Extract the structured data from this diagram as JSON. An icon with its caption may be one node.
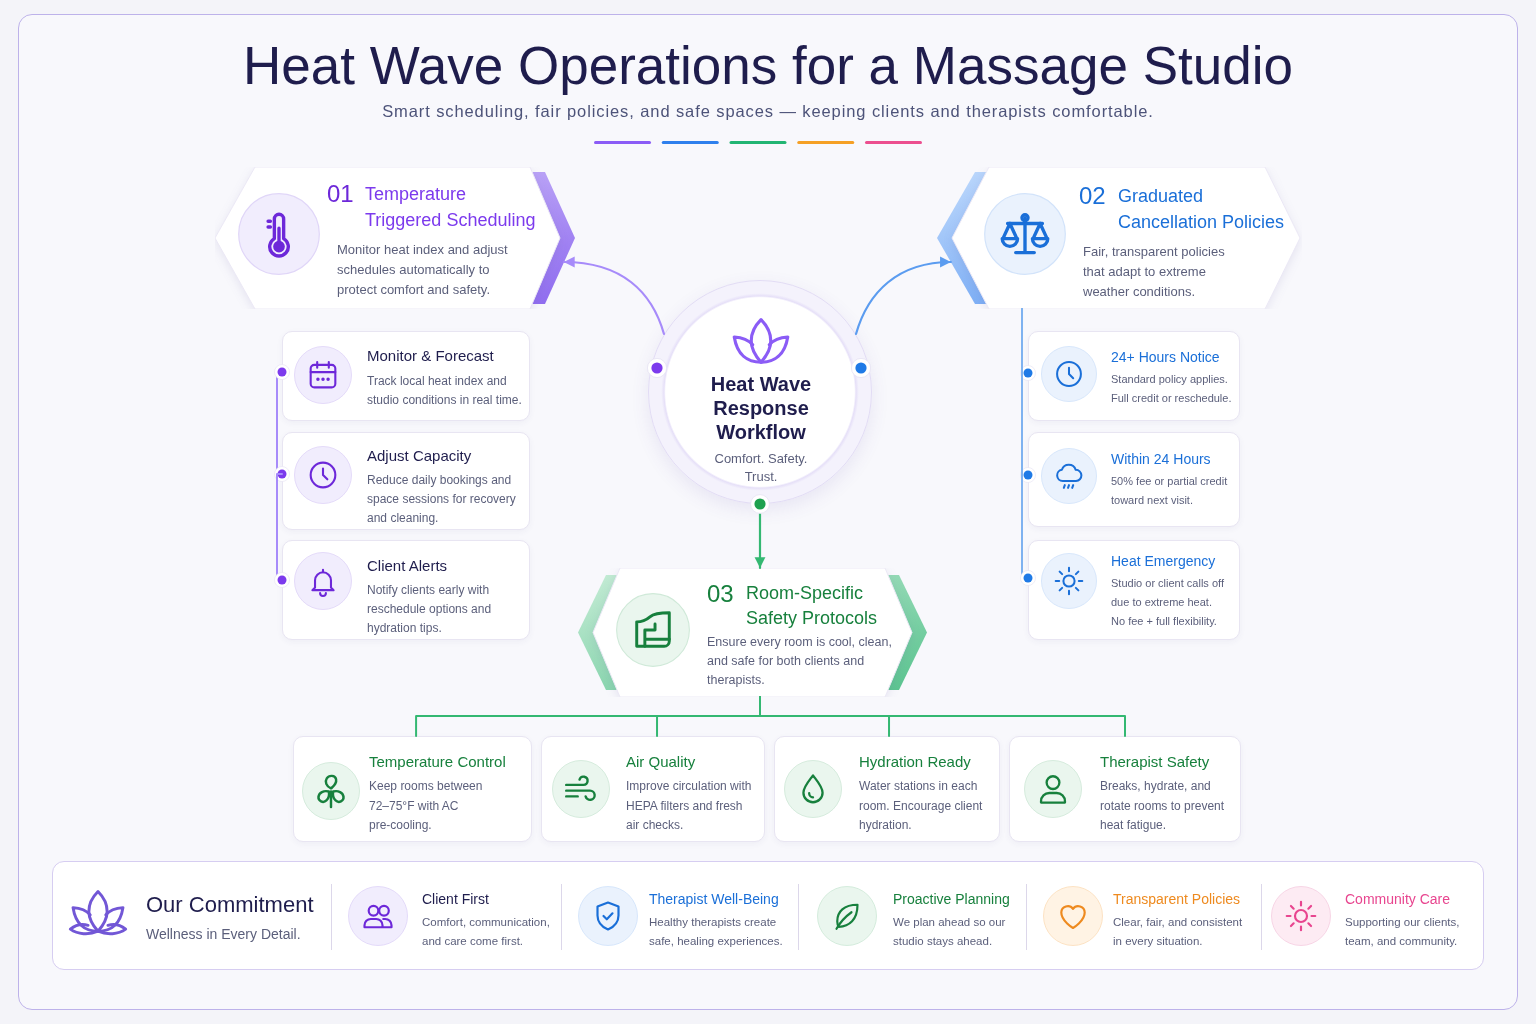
{
  "diagram": {
    "title": "Heat Wave Operations for a Massage Studio",
    "nodes": [
      {
        "text": [
          "Heat Wave Response Workflow",
          "Comfort. Safety. Trust."
        ]
      },
      {
        "text": [
          "01",
          "Temperature Triggered Scheduling",
          "Monitor heat index and adjust schedules automatically to protect comfort and safety."
        ]
      },
      {
        "text": [
          "Monitor & Forecast",
          "Track local heat index and studio conditions in real time."
        ]
      },
      {
        "text": [
          "Adjust Capacity",
          "Reduce daily bookings and space sessions for recovery and cleaning."
        ]
      },
      {
        "text": [
          "Client Alerts",
          "Notify clients early with reschedule options and hydration tips."
        ]
      },
      {
        "text": [
          "02",
          "Graduated Cancellation Policies",
          "Fair, transparent policies that adapt to extreme weather conditions."
        ]
      },
      {
        "text": [
          "24+ Hours Notice",
          "Standard policy applies. Full credit or reschedule."
        ]
      },
      {
        "text": [
          "Within 24 Hours",
          "50% fee or partial credit toward next visit."
        ]
      },
      {
        "text": [
          "Heat Emergency",
          "Studio or client calls off due to extreme heat.",
          "No fee + full flexibility."
        ]
      },
      {
        "text": [
          "03",
          "Room-Specific Safety Protocols",
          "Ensure every room is cool, clean, and safe for both clients and therapists."
        ]
      },
      {
        "text": [
          "Temperature Control",
          "Keep rooms between 72–75°F with AC pre-cooling."
        ]
      },
      {
        "text": [
          "Air Quality",
          "Improve circulation with HEPA filters and fresh air checks."
        ]
      },
      {
        "text": [
          "Hydration Ready",
          "Water stations in each room. Encourage client hydration."
        ]
      },
      {
        "text": [
          "Therapist Safety",
          "Breaks, hydrate, and rotate rooms to prevent heat fatigue."
        ]
      },
      {
        "text": [
          "Our Commitment",
          "Wellness in Every Detail."
        ]
      }
    ],
    "edges": [
      {
        "from": 0,
        "to": 1,
        "arrow": "to",
        "color": "#a78bfa"
      },
      {
        "from": 0,
        "to": 5,
        "arrow": "to",
        "color": "#5b9cf0"
      },
      {
        "from": 0,
        "to": 9,
        "arrow": "to"
      },
      {
        "from": 2,
        "to": 3,
        "arrow": "other",
        "color": "#a78bfa"
      },
      {
        "from": 3,
        "to": 4,
        "arrow": "other",
        "color": "#a78bfa"
      },
      {
        "from": 5,
        "to": 6,
        "arrow": "other",
        "color": "#7fb2f0"
      },
      {
        "from": 5,
        "to": 7,
        "arrow": "other",
        "color": "#7fb2f0"
      },
      {
        "from": 5,
        "to": 8,
        "arrow": "other",
        "color": "#7fb2f0"
      },
      {
        "from": 9,
        "to": 10,
        "arrow": "none"
      },
      {
        "from": 9,
        "to": 11,
        "arrow": "none"
      },
      {
        "from": 9,
        "to": 12,
        "arrow": "none"
      },
      {
        "from": 9,
        "to": 13,
        "arrow": "none"
      }
    ],
    "labels": [
      "Smart scheduling, fair policies, and safe spaces — keeping clients and therapists comfortable.",
      "Client First",
      "Comfort, communication, and care come first.",
      "Therapist Well-Being",
      "Healthy therapists create safe, healing experiences.",
      "Proactive Planning",
      "We plan ahead so our studio stays ahead.",
      "Transparent Policies",
      "Clear, fair, and consistent in every situation.",
      "Community Care",
      "Supporting our clients, team, and community."
    ]
  }
}
